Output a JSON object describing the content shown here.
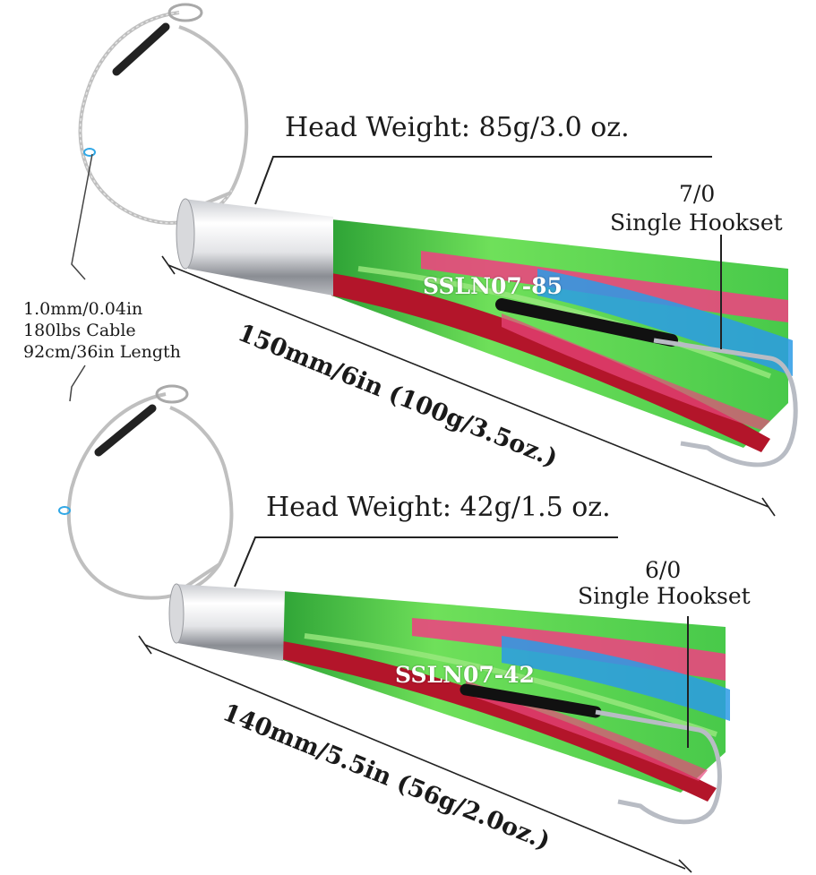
{
  "colors": {
    "background": "#ffffff",
    "chrome_light": "#f2f2f4",
    "chrome_dark": "#8a8d93",
    "skirt_green": "#58d64a",
    "skirt_red": "#b3152a",
    "skirt_blue": "#2b9be6",
    "skirt_pink": "#e9477e",
    "hook_silver": "#b8bcc4",
    "cable": "#bfbfbf",
    "text": "#1a1a1a"
  },
  "cable_spec": {
    "line1": "1.0mm/0.04in",
    "line2": "180lbs Cable",
    "line3": "92cm/36in Length"
  },
  "lures": [
    {
      "head_weight": "Head Weight: 85g/3.0 oz.",
      "hook_size": "7/0",
      "hook_type": "Single Hookset",
      "model_code": "SSLN07-85",
      "length_weight": "150mm/6in (100g/3.5oz.)"
    },
    {
      "head_weight": "Head Weight: 42g/1.5 oz.",
      "hook_size": "6/0",
      "hook_type": "Single Hookset",
      "model_code": "SSLN07-42",
      "length_weight": "140mm/5.5in (56g/2.0oz.)"
    }
  ]
}
